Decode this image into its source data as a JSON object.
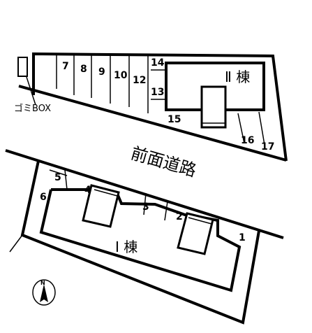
{
  "upper_lot": {
    "building_label": "Ⅱ 棟",
    "garbage_label": "ゴミBOX",
    "spaces": [
      "7",
      "8",
      "9",
      "10",
      "12",
      "13",
      "14",
      "15",
      "16",
      "17"
    ]
  },
  "road_label": "前面道路",
  "lower_lot": {
    "building_label": "Ⅰ 棟",
    "spaces": [
      "1",
      "2",
      "3",
      "4",
      "5",
      "6"
    ]
  },
  "compass": {
    "north_label": "N"
  }
}
